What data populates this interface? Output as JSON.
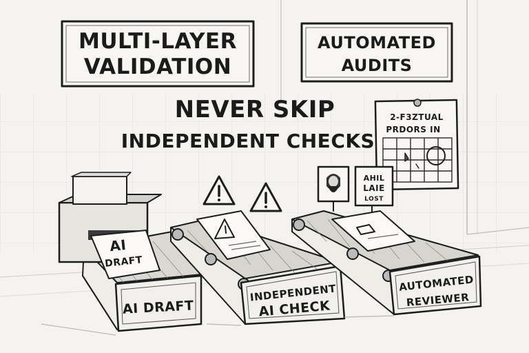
{
  "signs": {
    "left_line1": "MULTI-LAYER",
    "left_line2": "VALIDATION",
    "right_line1": "AUTOMATED",
    "right_line2": "AUDITS"
  },
  "headline": {
    "line1": "NEVER SKIP",
    "line2": "INDEPENDENT CHECKS"
  },
  "calendar": {
    "line1": "2-F3ZTUAL",
    "line2": "PRDORS IN"
  },
  "badge": {
    "line1": "AHIL",
    "line2": "LAIE",
    "line3": "LOST"
  },
  "draft_paper": {
    "line1": "AI",
    "line2": "DRAFT"
  },
  "stations": {
    "s1": "AI DRAFT",
    "s2_line1": "INDEPENDENT",
    "s2_line2": "AI CHECK",
    "s3_line1": "AUTOMATED",
    "s3_line2": "REVIEWER"
  },
  "icons": [
    "warning-icon",
    "warning-icon",
    "portrait-icon",
    "document-icon",
    "calendar-icon",
    "printer-icon"
  ]
}
